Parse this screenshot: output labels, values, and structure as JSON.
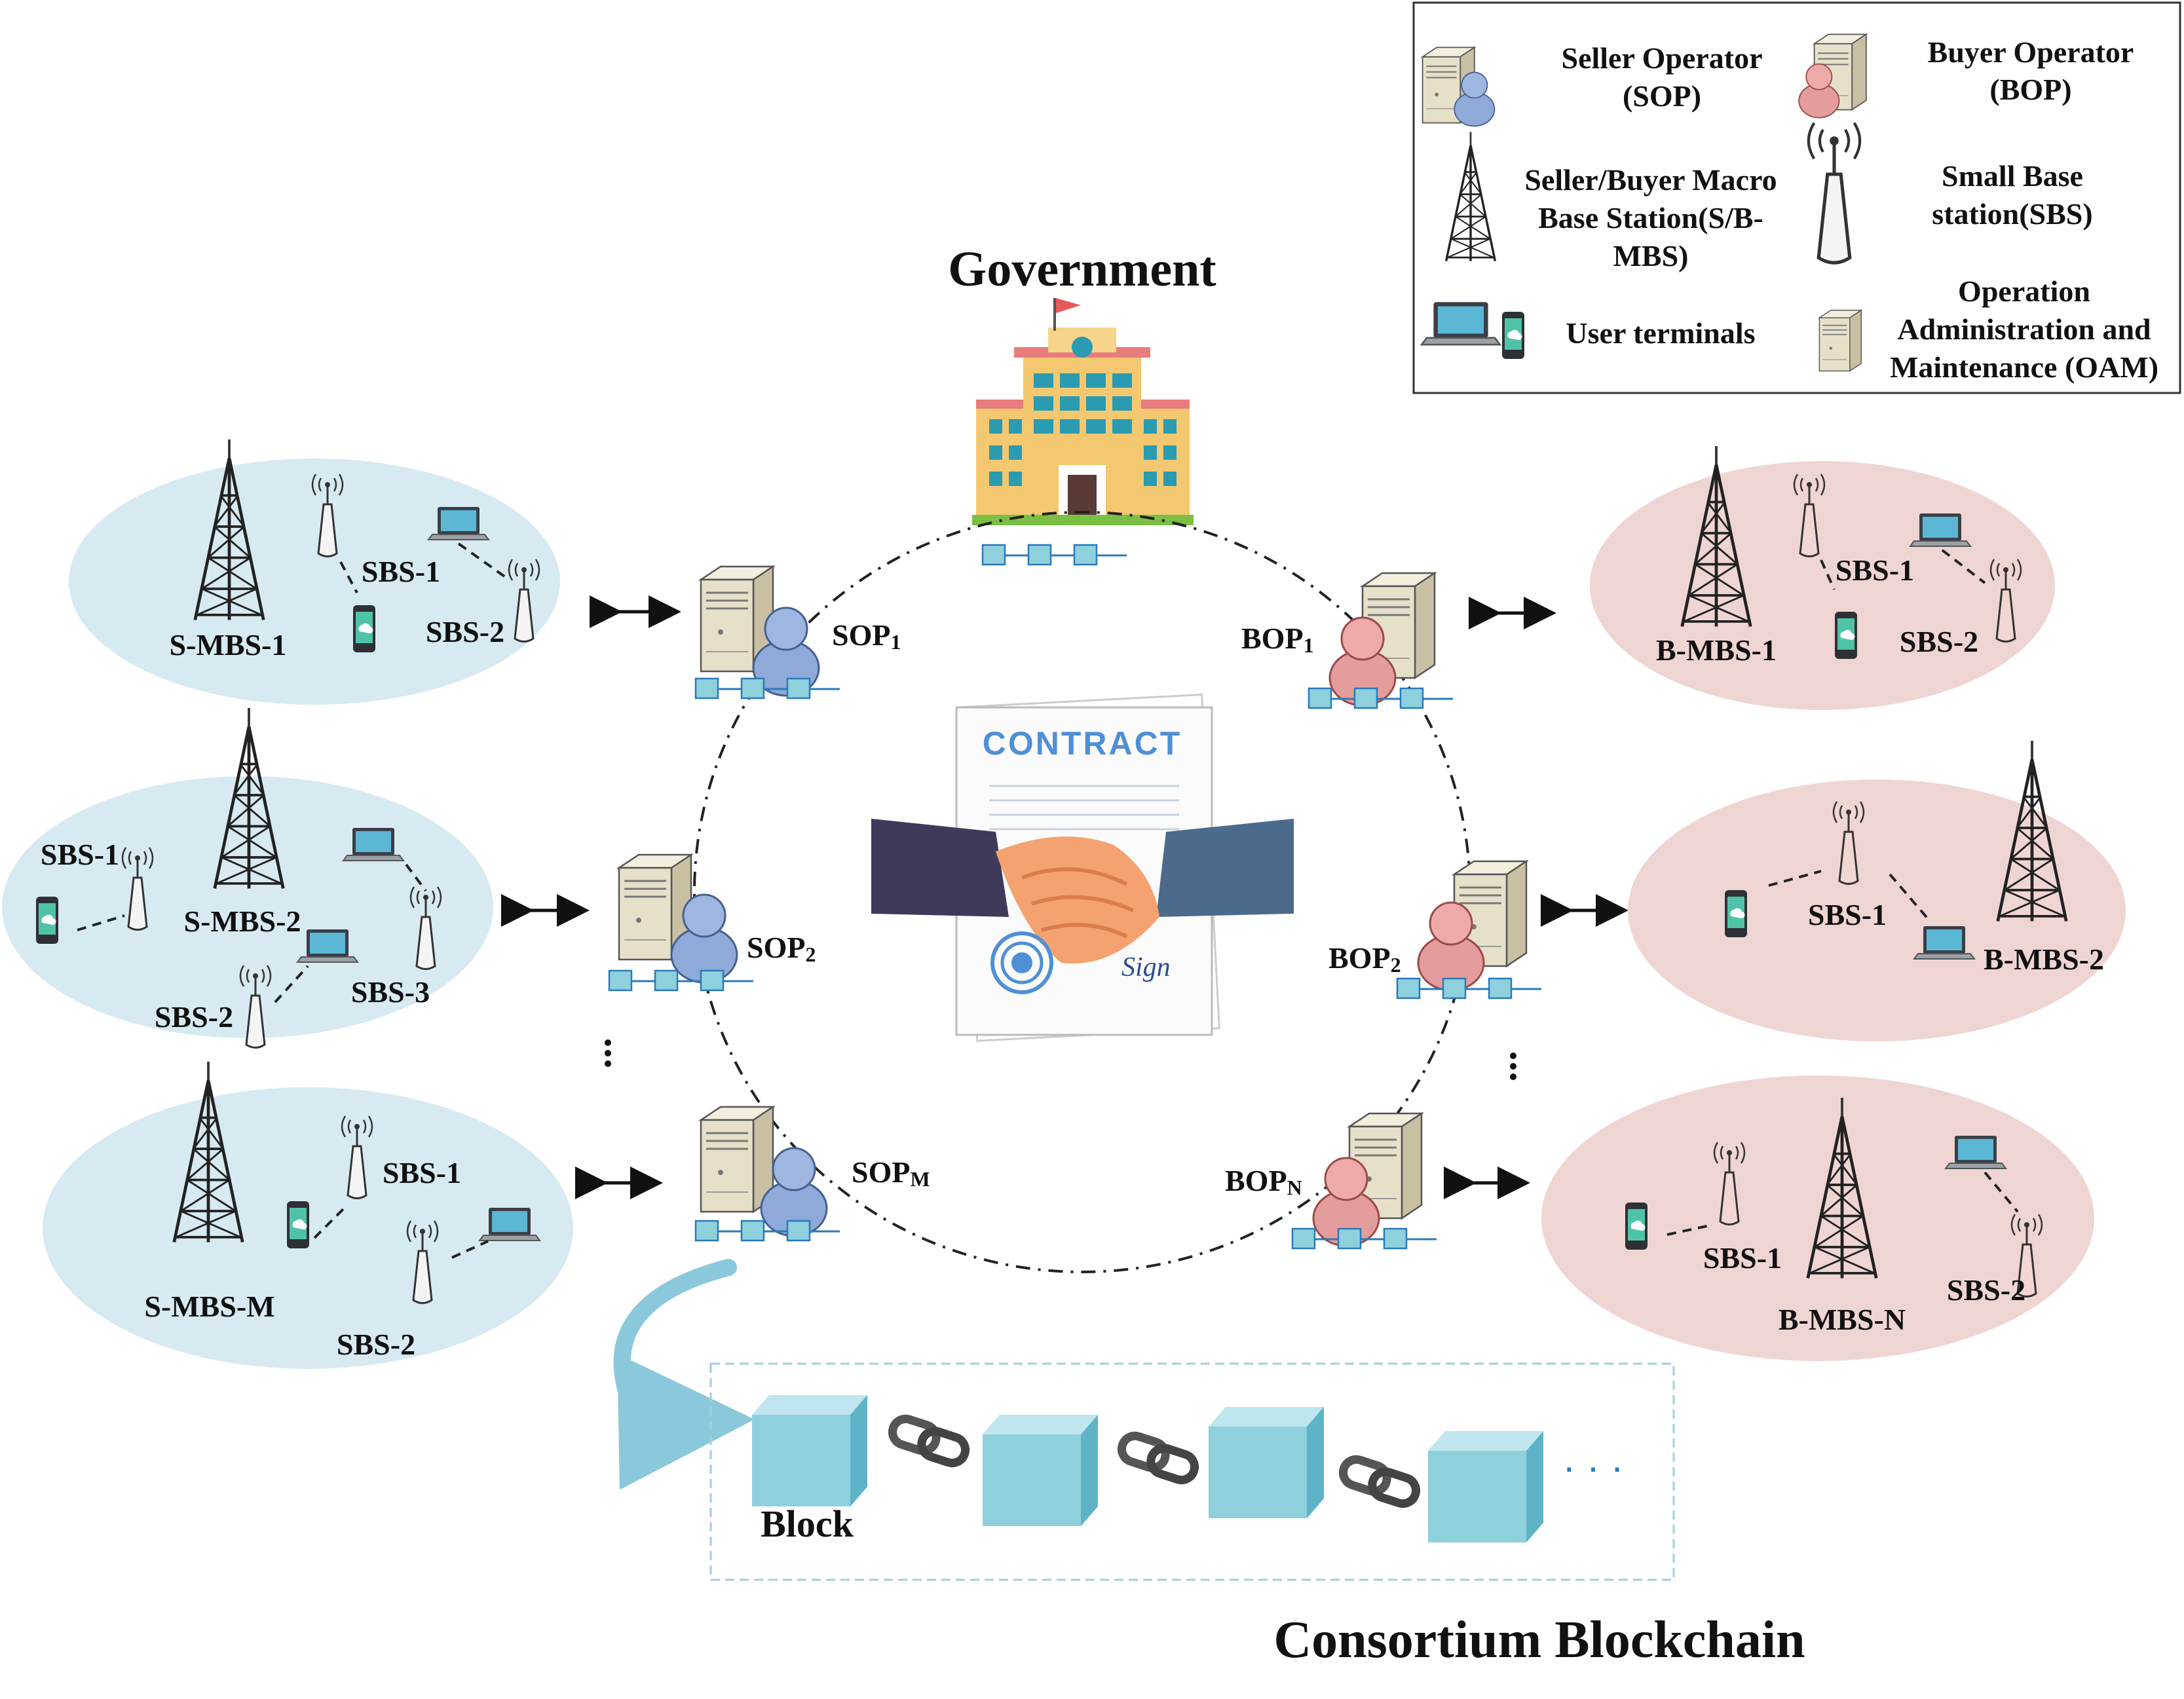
{
  "title": "Government",
  "footer_title": "Consortium Blockchain",
  "contract_heading": "CONTRACT",
  "contract_sign": "Sign",
  "block_label": "Block",
  "ellipsis": "· · ·",
  "legend": {
    "sop_l1": "Seller Operator",
    "sop_l2": "(SOP)",
    "bop_l1": "Buyer Operator",
    "bop_l2": "(BOP)",
    "mbs_l1": "Seller/Buyer Macro",
    "mbs_l2": "Base Station(S/B-",
    "mbs_l3": "MBS)",
    "sbs_l1": "Small Base",
    "sbs_l2": "station(SBS)",
    "ut": "User terminals",
    "oam_l1": "Operation",
    "oam_l2": "Administration and",
    "oam_l3": "Maintenance (OAM)"
  },
  "operators": {
    "sop1": {
      "base": "SOP",
      "sub": "1"
    },
    "sop2": {
      "base": "SOP",
      "sub": "2"
    },
    "sopm": {
      "base": "SOP",
      "sub": "M"
    },
    "bop1": {
      "base": "BOP",
      "sub": "1"
    },
    "bop2": {
      "base": "BOP",
      "sub": "2"
    },
    "bopn": {
      "base": "BOP",
      "sub": "N"
    }
  },
  "clusters": {
    "s1": {
      "mbs": "S-MBS-1",
      "sbs1": "SBS-1",
      "sbs2": "SBS-2"
    },
    "s2": {
      "mbs": "S-MBS-2",
      "sbs1": "SBS-1",
      "sbs2": "SBS-2",
      "sbs3": "SBS-3"
    },
    "sm": {
      "mbs": "S-MBS-M",
      "sbs1": "SBS-1",
      "sbs2": "SBS-2"
    },
    "b1": {
      "mbs": "B-MBS-1",
      "sbs1": "SBS-1",
      "sbs2": "SBS-2"
    },
    "b2": {
      "mbs": "B-MBS-2",
      "sbs1": "SBS-1"
    },
    "bn": {
      "mbs": "B-MBS-N",
      "sbs1": "SBS-1",
      "sbs2": "SBS-2"
    }
  },
  "colors": {
    "seller_cloud": "#d7eaf1",
    "buyer_cloud": "#efd5d2",
    "block": "#8fd0dd",
    "seller_person": "#8fa9d8",
    "buyer_person": "#e59c9c"
  }
}
